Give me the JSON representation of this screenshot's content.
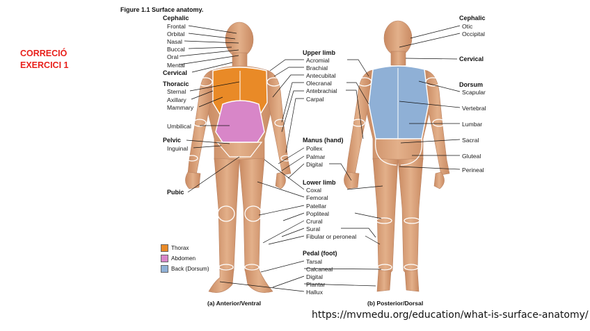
{
  "figure_title": "Figure 1.1  Surface anatomy.",
  "correction": [
    "CORRECIÓ",
    "EXERCICI 1"
  ],
  "source_url": "https://mvmedu.org/education/what-is-surface-anatomy/",
  "colors": {
    "thorax": "#e98a27",
    "abdomen": "#d886c8",
    "back": "#8fb0d6",
    "skin": "#d9a27a",
    "accent_text": "#e8201b"
  },
  "legend": [
    {
      "label": "Thorax",
      "color": "#e98a27"
    },
    {
      "label": "Abdomen",
      "color": "#d886c8"
    },
    {
      "label": "Back (Dorsum)",
      "color": "#8fb0d6"
    }
  ],
  "anterior": {
    "caption": "(a) Anterior/Ventral",
    "left_labels": {
      "cephalic": "Cephalic",
      "frontal": "Frontal",
      "orbital": "Orbital",
      "nasal": "Nasal",
      "buccal": "Buccal",
      "oral": "Oral",
      "mental": "Mental",
      "cervical": "Cervical",
      "thoracic": "Thoracic",
      "sternal": "Sternal",
      "axillary": "Axillary",
      "mammary": "Mammary",
      "umbilical": "Umbilical",
      "pelvic": "Pelvic",
      "inguinal": "Inguinal",
      "pubic": "Pubic"
    }
  },
  "center": {
    "upper_limb": {
      "header": "Upper limb",
      "items": [
        "Acromial",
        "Brachial",
        "Antecubital",
        "Olecranal",
        "Antebrachial",
        "Carpal"
      ]
    },
    "manus": {
      "header": "Manus (hand)",
      "items": [
        "Pollex",
        "Palmar",
        "Digital"
      ]
    },
    "lower_limb": {
      "header": "Lower limb",
      "items": [
        "Coxal",
        "Femoral",
        "Patellar",
        "Popliteal",
        "Crural",
        "Sural",
        "Fibular or peroneal"
      ]
    },
    "pedal": {
      "header": "Pedal (foot)",
      "items": [
        "Tarsal",
        "Calcaneal",
        "Digital",
        "Plantar",
        "Hallux"
      ]
    }
  },
  "posterior": {
    "caption": "(b) Posterior/Dorsal",
    "right_labels": {
      "cephalic": "Cephalic",
      "otic": "Otic",
      "occipital": "Occipital",
      "cervical": "Cervical",
      "dorsum": "Dorsum",
      "scapular": "Scapular",
      "vertebral": "Vertebral",
      "lumbar": "Lumbar",
      "sacral": "Sacral",
      "gluteal": "Gluteal",
      "perineal": "Perineal"
    }
  }
}
